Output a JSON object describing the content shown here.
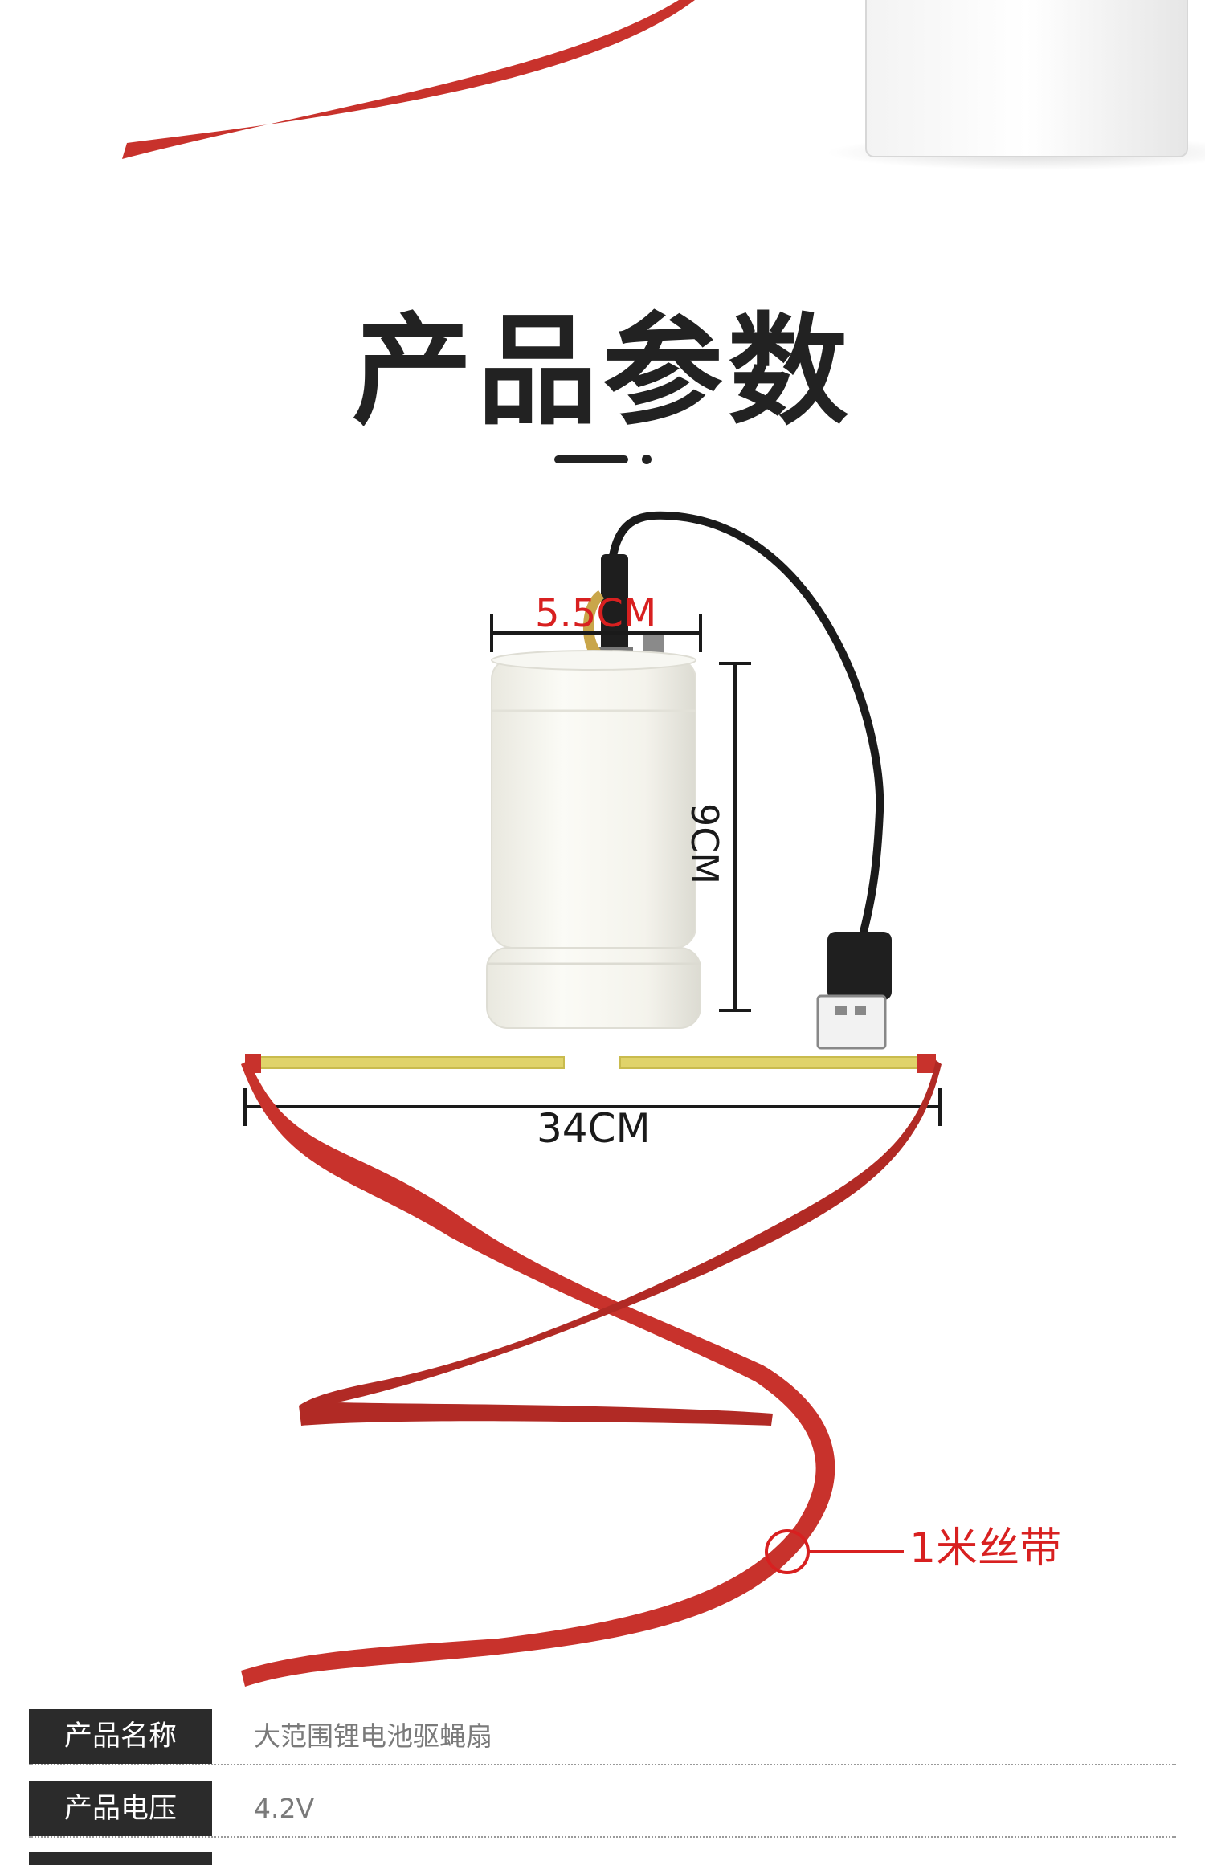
{
  "section": {
    "title": "产品参数"
  },
  "dimensions": {
    "width_label": "5.5CM",
    "height_label": "9CM",
    "ribbon_span_label": "34CM",
    "ribbon_callout_label": "1米丝带"
  },
  "specs": [
    {
      "key": "产品名称",
      "value": "大范围锂电池驱蝇扇"
    },
    {
      "key": "产品电压",
      "value": "4.2V"
    }
  ],
  "colors": {
    "ribbon": "#c8322c",
    "accent_red": "#d82020",
    "rod_yellow": "#e0d36a",
    "title": "#222222",
    "spec_key_bg": "#2b2b2b"
  }
}
